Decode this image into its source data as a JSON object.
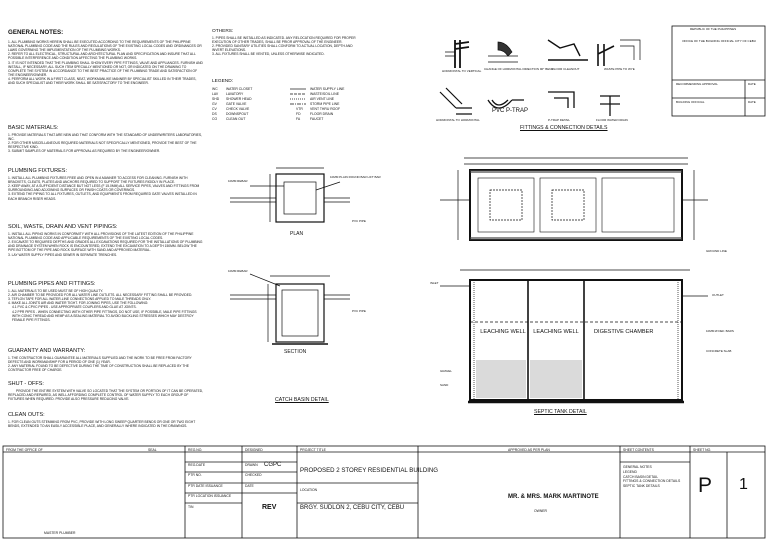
{
  "general_notes": {
    "title": "GENERAL NOTES:",
    "items": [
      "1.  ALL PLUMBING WORKS HEREIN SHALL BE EXECUTED ACCORDING TO THE REQUIREMENTS OF THE PHILIPPINE NATIONAL PLUMBING CODE AND THE RULES AND REGULATIONS OF THE EXISTING LOCAL CODES AND ORDINANCES OR LAWS GOVERNING THE IMPLEMENTATION OF THE PLUMBING WORKS.",
      "2.  REFER TO ALL ELECTRICAL, STRUCTURAL AND ARCHITECTURAL PLAN AND SPECIFICATION AND INSURE THAT ALL POSSIBLE INTERFERENCE AND CONDITION AFFECTING THE PLUMBING WORKS.",
      "3.  IT IS NOT INTENDED THAT THE PLUMBING SHALL SHOW EVERY PIPE FITTINGS, VALVE AND APPLIANCES. FURNISH AND INSTALL, IF NECESSARY, ALL SUCH ITEM SPECIALLY MENTIONED OR NOT, OR INDICATED ON THE DRAWING TO COMPLETE THE SYSTEM IN ACCORDANCE TO THE BEST PRACTICE OF THE PLUMBING TRADE AND SATISFACTION OF THE ENGINEER/OWNER.",
      "4.  PERFORM ALL WORK IN A FIRST CLASS, NEAT, WORKMANLIKE MANNER BY SPECIALIST SKILLED IN THEIR TRADES, AND SUCH SPECIALIST AND THEIR WORK SHALL BE SATISFACTORY TO THE ENGINEER."
    ]
  },
  "basic_materials": {
    "title": "BASIC MATERIALS:",
    "items": [
      "1.  PROVIDE MATERIALS THAT ARE NEW AND THAT CONFORM WITH THE STANDARD OF UNDERWRITERS LABORATORIES, INC.",
      "2.  FOR OTHER MISCELLANEOUS REQUIRED MATERIALS NOT SPECIFICALLY MENTIONED, PROVIDE THE BEST OF THE RESPECTIVE KIND.",
      "3.  SUBMIT SAMPLES OF MATERIALS FOR APPROVAL AS REQUIRED BY THE ENGINEER/OWNER."
    ]
  },
  "plumbing_fixtures": {
    "title": "PLUMBING FIXTURES:",
    "items": [
      "1.  INSTALL ALL PLUMBING FIXTURES FREE AND OPEN IN A MANNER TO ACCESS FOR CLEANING. FURNISH WITH BRACKETS, CLEATS, PLATES AND ANCHORS REQUIRED TO SUPPORT THE FIXTURES RIGIDLY IN PLACE.",
      "2.  KEEP AWAY, AT A SUFFICIENT DISTANCE BUT NOT LESS (F 15.0MM) ALL SERVICE PIPES, VALVES AND FITTINGS FROM SURROUNDING AND ADJOINING SURFACES OR FINISH COATS OR COVERINGS.",
      "3.  EXTEND THE PIPING TO ALL FIXTURES, OUTLETS, AND EQUIPMENTS FROM REQUIRED GATE VALVES INSTALLED IN EACH BRANCH RISER HEADS."
    ]
  },
  "soil_waste": {
    "title": "SOIL, WASTE, DRAIN AND VENT PIPINGS:",
    "items": [
      "1.  INSTALL ALL PIPING WORKS IN CONFORMITY WITH ALL PROVISIONS OF THE LATEST EDITION OF THE PHILIPPINE NATIONAL PLUMBING CODE AND APPLICABLE REQUIREMENTS OF THE EXISTING LOCAL CODES.",
      "2.  EXCAVATE TO REQUIRED DEPTHS AND GRADES ALL EXCAVATIONS REQUIRED FOR THE INSTALLATIONS OF PLUMBING AND DRAINAGE SYSTEM WHEN ROCK IS ENCOUNTERED, EXTEND THE EXCAVATION TO A DEPTH 150MM. BELOW THE PIPE BOTTOM OF THE PIPE AND ROCK SURFACE WITH SAND AND APPROVED MATERIAL.",
      "3.  LAY WATER SUPPLY PIPES AND SEWER IN SEPARATE TRENCHES."
    ]
  },
  "pipes_fittings": {
    "title": "PLUMBING PIPES AND FITTINGS:",
    "items": [
      "1.  ALL MATERIALS TO BE USED MUST BE OF HIGH QUALITY.",
      "2.  AIR CHAMBER TO BE PROVIDED FOR ALL WATER LINE OUTLETS. ALL NECESSARY FITTING SHALL BE PROVIDED.",
      "3.  TEFLON TAPE FOR ALL WATER-LINE CONNECTIONS APPLIED TO MALE THREADS ONLY.",
      "4.  MAKE ALL JOINTS AIR AND WATER TIGHT. FOR JOINING PIPES, USE THE FOLLOWING:",
      "4.1  PVC & CPVC PIPES - USE APPROPRIATE COUPLERS AND GLUE AT JOINTS.",
      "4.2  PPR PIPES - WHEN CONNECTING WITH OTHER PIPE FITTINGS, DO NOT USE, IF POSSIBLE, MALE PIPE FITTINGS WITH CONIC THREAD AND HEMP AS A SEALING MATERIAL TO AVOID BUCKLING STRESSES WHICH MAY DESTROY FEMALE PIPE FITTINGS."
    ]
  },
  "guaranty": {
    "title": "GUARANTY AND WARRANTY:",
    "items": [
      "1.  THE CONTRACTOR SHALL GUARANTEE ALL MATERIALS SUPPLIED AND THE WORK TO BE FREE FROM FACTORY DEFECTS AND WORKMANSHIP FOR A PERIOD OF ONE (1) YEAR.",
      "2.  ANY MATERIAL FOUND TO BE DEFECTIVE DURING THE TIME OF CONSTRUCTION SHALL BE REPLACED BY THE CONTRACTOR FREE OF CHARGE."
    ]
  },
  "shutoffs": {
    "title": "SHUT - OFFS:",
    "items": [
      "PROVIDE THE ENTIRE SYSTEM WITH VALVE SO LOCATED THAT THE SYSTEM OR PORTION OF IT CAN BE OPERATED, REPLACED AND REPAIRED, AS WELL AFFORDING COMPLETE CONTROL OF WATER SUPPLY TO EACH GROUP OF FIXTURES WHEN REQUIRED. PROVIDE ALSO PRESSURE REDUCING VALVE."
    ]
  },
  "cleanouts": {
    "title": "CLEAN OUTS:",
    "items": [
      "1.  FOR CLEAN OUTS STEMMING FROM PVC, PROVIDE WITH LONG SWEEP QUARTER BENDS OR ONE OR TWO EIGHT BENDS, EXTENDED TO AN EASILY ACCESSIBLE PLACE, AND GENERALLY WHERE INDICATED IN THE DRAWINGS."
    ]
  },
  "others": {
    "title": "OTHERS:",
    "items": [
      "1.  PIPES SHALL BE INSTALLED AS INDICATED. ANY RELOCATION REQUIRED FOR PROPER EXECUTION OF OTHER TRADES, SHALL BE PRIOR APPROVAL OF THE ENGINEER.",
      "2.  PROVIDED SANITARY UTILITIES SHALL CONFORM TO ACTUAL LOCATION, DEPTH AND INVERT ELEVATIONS.",
      "3.  ALL FIXTURES SHALL BE VENTED, UNLESS OTHERWISE INDICATED."
    ]
  },
  "legend": {
    "title": "LEGEND:",
    "left": [
      {
        "code": "WC",
        "desc": "WATER CLOSET"
      },
      {
        "code": "LAV",
        "desc": "LAVATORY"
      },
      {
        "code": "SHD",
        "desc": "SHOWER HEAD"
      },
      {
        "code": "GV",
        "desc": "GATE VALVE"
      },
      {
        "code": "CV",
        "desc": "CHECK VALVE"
      },
      {
        "code": "DS",
        "desc": "DOWNSPOUT"
      },
      {
        "code": "CO",
        "desc": "CLEAN OUT"
      }
    ],
    "right": [
      {
        "code": "",
        "desc": "WATER SUPPLY LINE"
      },
      {
        "code": "",
        "desc": "WASTE/SOIL LINE"
      },
      {
        "code": "",
        "desc": "AIR VENT LINE"
      },
      {
        "code": "",
        "desc": "STORM PIPE LINE"
      },
      {
        "code": "VTR",
        "desc": "VENT THRU ROOF"
      },
      {
        "code": "FD",
        "desc": "FLOOR DRAIN"
      },
      {
        "code": "FA",
        "desc": "FAUCET"
      }
    ]
  },
  "fittings": {
    "title": "FITTINGS & CONNECTION DETAILS",
    "labels": [
      "HORIZONTAL TO VERTICAL",
      "CHANGE OF HORIZONTAL DIRECTION 90° BEND",
      "FLOOR CLEANOUT",
      "WASTE PIPE TO WYE",
      "HORIZONTAL TO HORIZONTAL",
      "PVC P-TRAP",
      "P-TRAP DETAIL",
      "FLOOR WATER DRAIN"
    ],
    "ptrap": "PVC P-TRAP"
  },
  "catch_basin": {
    "title": "CATCH BASIN DETAIL",
    "plan": "PLAN",
    "section": "SECTION",
    "labels": [
      "10MM REBAR",
      "10MM PLAIN ROUND BAR LIFT BAR",
      "PVC PIPE",
      "10MM REBAR",
      "PVC PIPE"
    ]
  },
  "septic": {
    "title": "SEPTIC TANK DETAIL",
    "chambers": [
      "LEACHING WELL",
      "LEACHING WELL",
      "DIGESTIVE CHAMBER"
    ],
    "labels": [
      "OUTLET",
      "INLET",
      "GRAVEL",
      "SAND",
      "GROUND LINE",
      "10MM Ø DEF. BARS",
      "CONCRETE SLAB"
    ]
  },
  "approval": {
    "republic": "REPUBLIC OF THE PHILIPPINES",
    "office": "OFFICE OF THE BUILDING OFFICIAL CITY OF CEBU",
    "permit": "RECOMMENDING APPROVAL",
    "date1": "DATE",
    "official": "BUILDING OFFICIAL",
    "date2": "DATE"
  },
  "title_block": {
    "from_office": "FROM THE OFFICE OF",
    "seal": "SEAL",
    "master_plumber": "MASTER PLUMBER",
    "reg_no": "REG.NO.",
    "reg_date": "REG.DATE",
    "ptr_no": "PTR NO.",
    "ptr_issuance": "PTR DATE ISSUANCE",
    "ptr_location": "PTR LOCATION ISSUANCE",
    "tin": "TIN",
    "designed": "DESIGNED",
    "drawn": "DRAWN",
    "drawn_by": "CGPC",
    "checked": "CHECKED",
    "date": "DATE",
    "rev": "REV",
    "project_title_label": "PROJECT TITLE",
    "project_title": "PROPOSED 2 STOREY RESIDENTIAL BUILDING",
    "location_label": "LOCATION",
    "location": "BRGY. SUDLON 2, CEBU CITY, CEBU",
    "approved_label": "APPROVED AS PER PLAN",
    "owner_name": "MR. & MRS. MARK MARTINOTE",
    "owner_label": "OWNER",
    "sheet_contents_label": "SHEET CONTENTS",
    "sheet_contents": [
      "GENERAL NOTES",
      "LEGEND",
      "CATCH BASIN DETAIL",
      "FITTINGS & CONNECTION DETAILS",
      "SEPTIC TANK DETAILS"
    ],
    "sheet_no_label": "SHEET NO.",
    "sheet_letter": "P",
    "sheet_number": "1"
  }
}
